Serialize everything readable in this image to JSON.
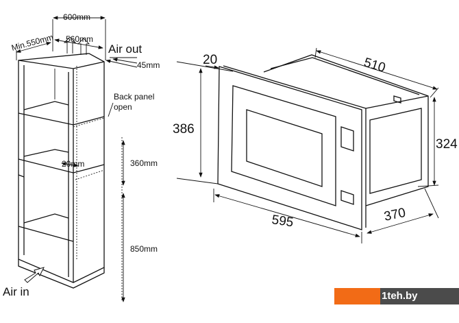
{
  "cabinet": {
    "width_outer": "600mm",
    "depth_min": "Min.550mm",
    "width_inner": "560mm",
    "air_out": "Air out",
    "gap_top": "45mm",
    "back_panel_line1": "Back panel",
    "back_panel_line2": "open",
    "gap_side": "20mm",
    "niche_height": "360mm",
    "base_height": "850mm",
    "air_in": "Air in"
  },
  "microwave": {
    "frame_depth": "20",
    "body_depth": "510",
    "front_height": "386",
    "body_height": "324",
    "front_width": "595",
    "body_width": "370"
  },
  "logo": {
    "text": "1teh.by",
    "accent": "#f26b16",
    "dark": "#4b4b4b"
  }
}
